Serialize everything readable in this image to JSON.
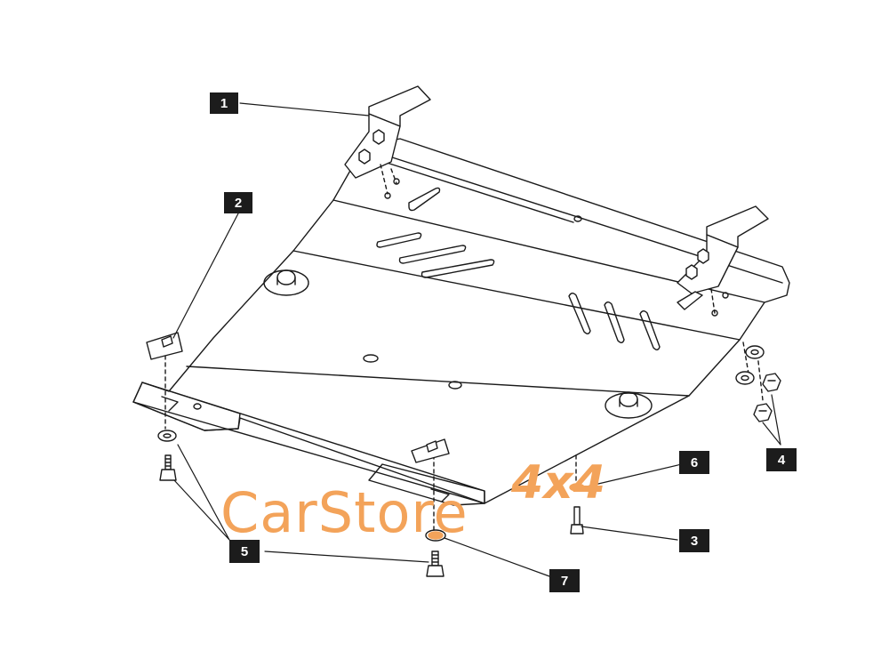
{
  "diagram": {
    "callouts": [
      {
        "id": "callout-1",
        "label": "1"
      },
      {
        "id": "callout-2",
        "label": "2"
      },
      {
        "id": "callout-3",
        "label": "3"
      },
      {
        "id": "callout-4",
        "label": "4"
      },
      {
        "id": "callout-5",
        "label": "5"
      },
      {
        "id": "callout-6",
        "label": "6"
      },
      {
        "id": "callout-7",
        "label": "7"
      }
    ]
  },
  "watermark": {
    "text": "CarStore",
    "badge": "4x4",
    "color": "#f3a35a"
  },
  "colors": {
    "line": "#1a1a1a",
    "callout_bg": "#1c1c1c",
    "callout_fg": "#ffffff"
  }
}
